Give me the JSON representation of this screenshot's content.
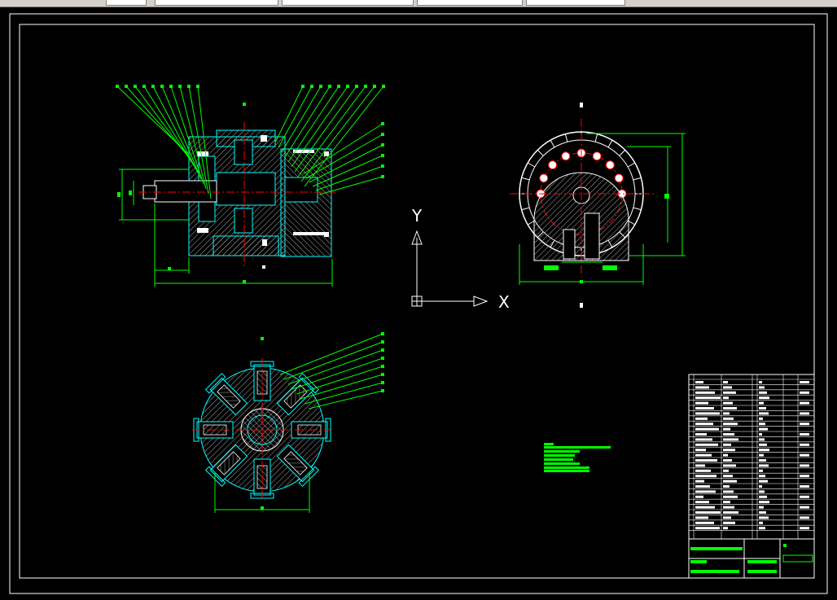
{
  "app": {
    "window_kind": "cad-model-space"
  },
  "ucs": {
    "x_label": "X",
    "y_label": "Y"
  },
  "colors": {
    "background": "#000000",
    "border": "#ffffff",
    "dimension": "#00ff00",
    "section_outline": "#00ffff",
    "hatch": "#bbbbbb",
    "centerline": "#ff0000",
    "leader": "#00ff00"
  },
  "icons": {
    "ucs": "ucs-icon",
    "toolbar": "toolbar-strip"
  }
}
